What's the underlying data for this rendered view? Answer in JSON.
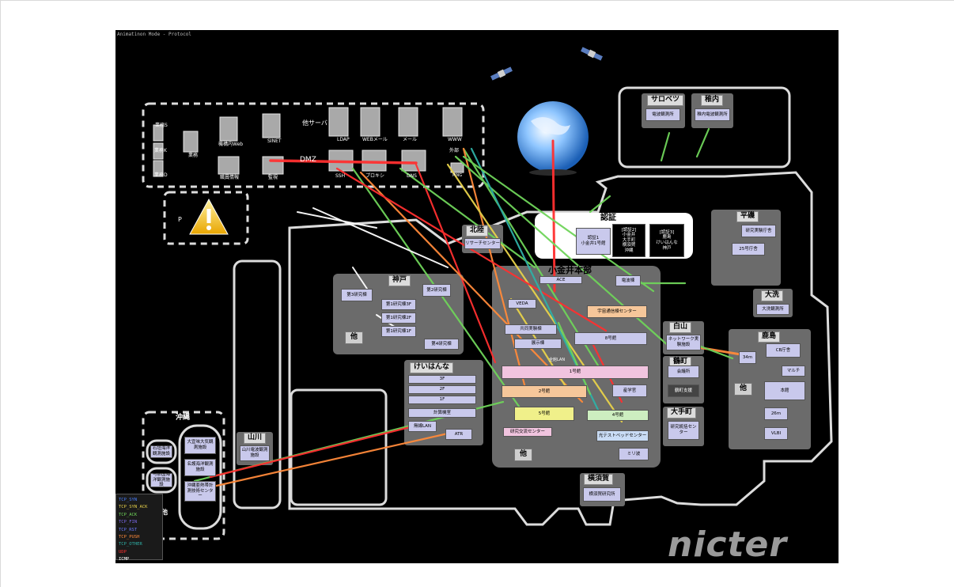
{
  "window": {
    "mode_title": "Animatinon Mode - Protocol"
  },
  "logo": {
    "text": "nicter"
  },
  "colors": {
    "background": "#000000",
    "building": "#c9c9ec",
    "region_outline": "#dcdcdc"
  },
  "legend": {
    "items": [
      {
        "label": "TCP_SYN",
        "color": "#4a7fff"
      },
      {
        "label": "TCP_SYN_ACK",
        "color": "#e8d24a"
      },
      {
        "label": "TCP_ACK",
        "color": "#6fd45a"
      },
      {
        "label": "TCP_FIN",
        "color": "#7a68e8"
      },
      {
        "label": "TCP_RST",
        "color": "#6c7aff"
      },
      {
        "label": "TCP_PUSH",
        "color": "#ff8a3a"
      },
      {
        "label": "TCP_OTHER",
        "color": "#2fb0a6"
      },
      {
        "label": "UDP",
        "color": "#ff3030"
      },
      {
        "label": "ICMP",
        "color": "#ffffff"
      }
    ]
  },
  "servers": {
    "gyomu_s": "業務S",
    "gyomu_k": "業務K",
    "gyomu_d": "業務D",
    "gyomu": "業務",
    "kikounai_web": "機構内Web",
    "sinet": "SINET",
    "other_server": "他サーバ",
    "ldap": "LDAP",
    "web_mail": "WEBメール",
    "mail": "メール",
    "www": "WWW",
    "shokuin": "職員情報",
    "kanshi": "監視",
    "ssh": "SSH",
    "proxy": "プロキシ",
    "dns": "DNS",
    "gai": "外部",
    "ping": "PING",
    "p_label": "P",
    "dmz": "DMZ"
  },
  "auth": {
    "title": "認証",
    "box1": "認証1\n小金井1号館",
    "box2": "[認証2]\n小金井\n大手町\n横須賀\n沖縄",
    "box3": "[認証3]\n鹿島\nけいはんな\n神戸"
  },
  "sites": {
    "sarobetsu": {
      "title": "サロベツ",
      "bld": "電波観測所"
    },
    "wakkanai": {
      "title": "稚内",
      "bld": "稚内電波観測所"
    },
    "hiraiso": {
      "title": "平磯",
      "b1": "研究実験庁舎",
      "b2": "25号庁舎"
    },
    "oarai": {
      "title": "大洗",
      "b1": "大洗観測所"
    },
    "hakusan": {
      "title": "白山",
      "b1": "ネットワーク実験施設"
    },
    "kashima": {
      "title": "鹿島",
      "b1": "34m",
      "b2": "CB庁舎",
      "b3": "マルチ",
      "b4": "本館",
      "b5": "26m",
      "b6": "VLBI",
      "other": "他"
    },
    "tsurumachi": {
      "title": "鶴町",
      "b1": "会議所",
      "b2": "鶴町支援"
    },
    "otemachi": {
      "title": "大手町",
      "b1": "研究統括センター"
    },
    "yokosuka": {
      "title": "横須賀",
      "b1": "横須賀研究所"
    },
    "hokuriku": {
      "title": "北陸",
      "b1": "リサーチセンター"
    },
    "kobe": {
      "title": "神戸",
      "b1": "第3研究棟",
      "b2": "第2研究棟",
      "b3": "第1研究棟3F",
      "b4": "第1研究棟2F",
      "b5": "第1研究棟1F",
      "b6": "第4研究棟",
      "other": "他"
    },
    "keihanna": {
      "title": "けいはんな",
      "f3": "3F",
      "f2": "2F",
      "f1": "1F",
      "b1": "計算機室",
      "b2": "無線LAN",
      "b3": "ATR"
    },
    "koganei": {
      "title": "小金井本部",
      "ace": "ACE",
      "b_top": "電波棟",
      "b_veda": "VEDA",
      "b_uchu": "宇宙通信棟センター",
      "b_kyodo": "共同実験棟",
      "b_tenji": "展示棟",
      "b_8": "8号館",
      "b_zenkan": "全館LAN",
      "b_1": "1号館",
      "b_2": "2号館",
      "b_sangaku": "産学官",
      "b_5": "5号館",
      "b_4": "4号館",
      "b_kenkyu": "研究交流センター",
      "b_hikari": "光テストベッドセンター",
      "b_mirisha": "ミリ波",
      "other": "他"
    },
    "yamagawa": {
      "title": "山川",
      "b1": "山川電波観測施設"
    },
    "okinawa": {
      "title": "沖縄",
      "b1": "石垣海洋観測施設",
      "b2": "与那国海洋観測施設",
      "b3": "大宜味大気観測施設",
      "b4": "名護海洋観測施設",
      "b5": "沖縄亜熱帯計測技術センター",
      "other": "他"
    }
  }
}
